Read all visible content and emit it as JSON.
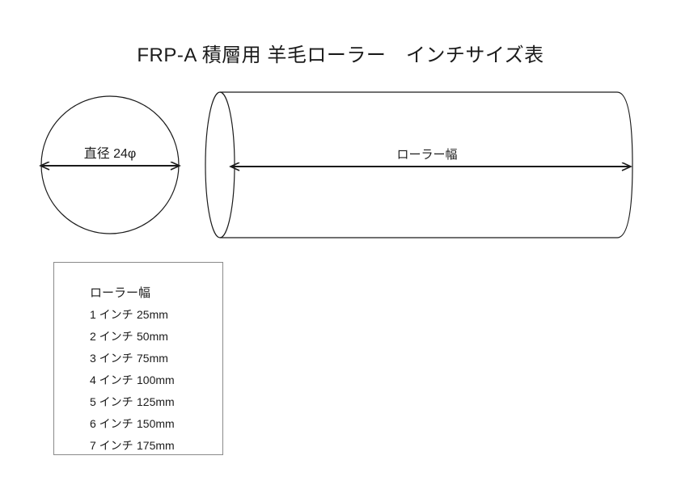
{
  "title": "FRP-A 積層用 羊毛ローラー　インチサイズ表",
  "diagram": {
    "circle": {
      "diameter_label": "直径 24φ",
      "name": "roller-cross-section"
    },
    "cylinder": {
      "width_label": "ローラー幅",
      "name": "roller-body"
    }
  },
  "table": {
    "header": "ローラー幅",
    "rows": [
      {
        "inch": "1 インチ",
        "mm": "25mm"
      },
      {
        "inch": "2 インチ",
        "mm": "50mm"
      },
      {
        "inch": "3 インチ",
        "mm": "75mm"
      },
      {
        "inch": "4 インチ",
        "mm": "100mm"
      },
      {
        "inch": "5 インチ",
        "mm": "125mm"
      },
      {
        "inch": "6 インチ",
        "mm": "150mm"
      },
      {
        "inch": "7 インチ",
        "mm": "175mm"
      }
    ]
  },
  "colors": {
    "stroke": "#1b1b1b",
    "table_border": "#8a8a8a",
    "background": "#ffffff",
    "text": "#1b1b1b"
  }
}
